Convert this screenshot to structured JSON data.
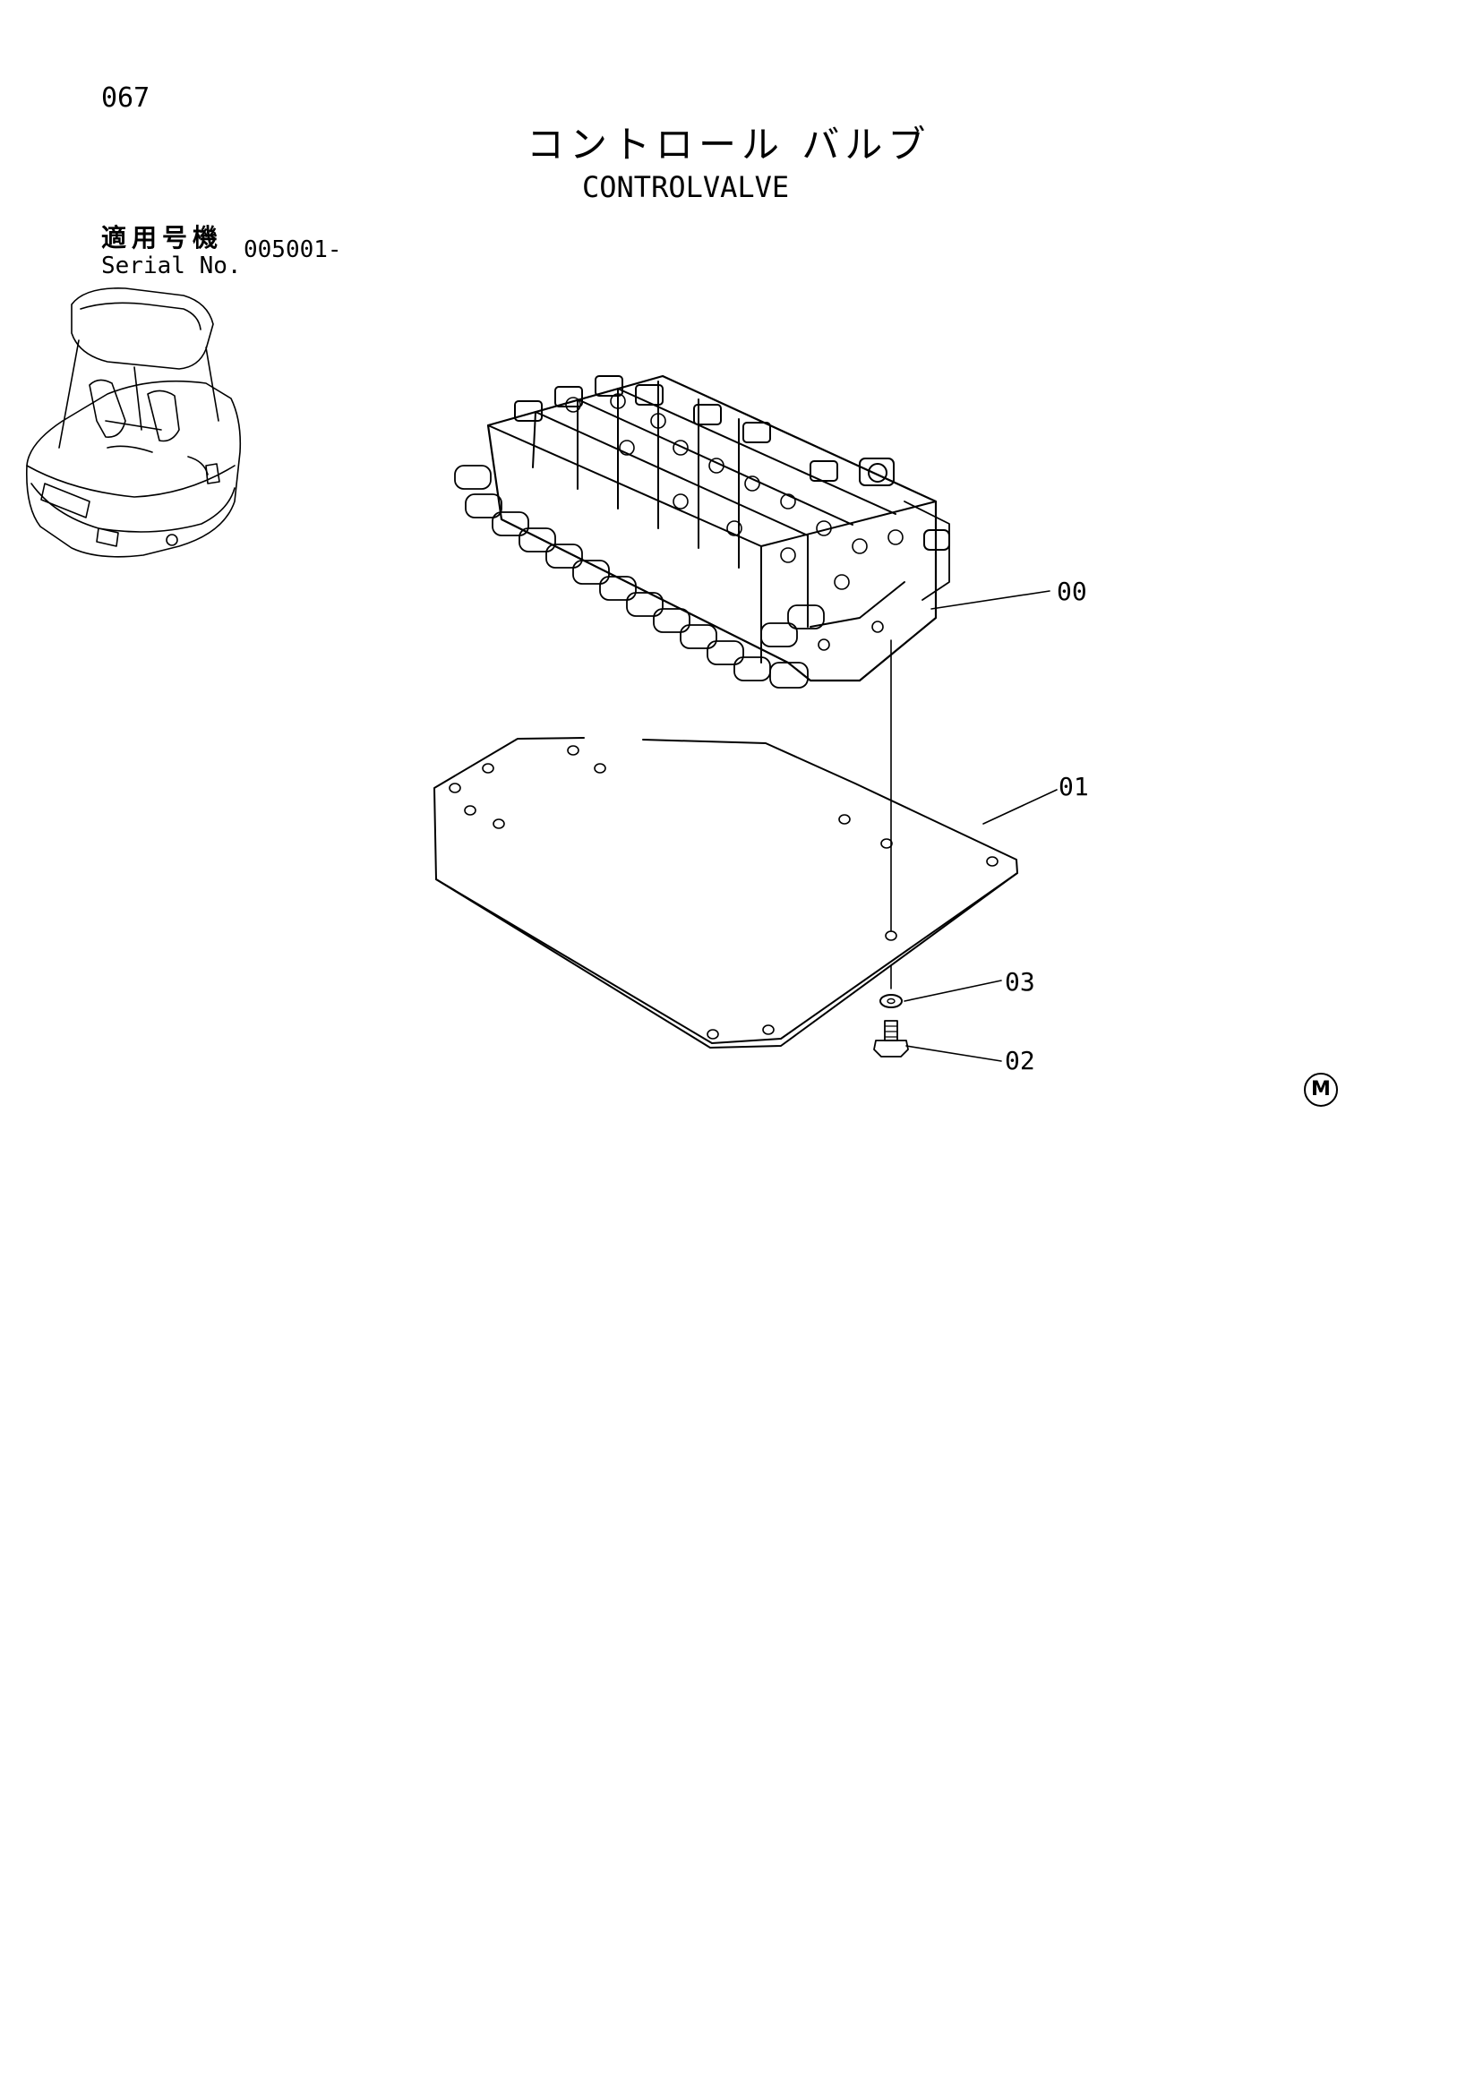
{
  "page": {
    "number": "067",
    "title_jp": "コントロール バルブ",
    "title_en": "CONTROLVALVE",
    "serial_label_jp": "適用号機",
    "serial_label_en": "Serial No.",
    "serial_value": "005001-"
  },
  "callouts": [
    {
      "id": "00"
    },
    {
      "id": "01"
    },
    {
      "id": "03"
    },
    {
      "id": "02"
    }
  ],
  "marks": {
    "m_symbol": "M"
  },
  "colors": {
    "ink": "#000000",
    "paper": "#ffffff"
  }
}
